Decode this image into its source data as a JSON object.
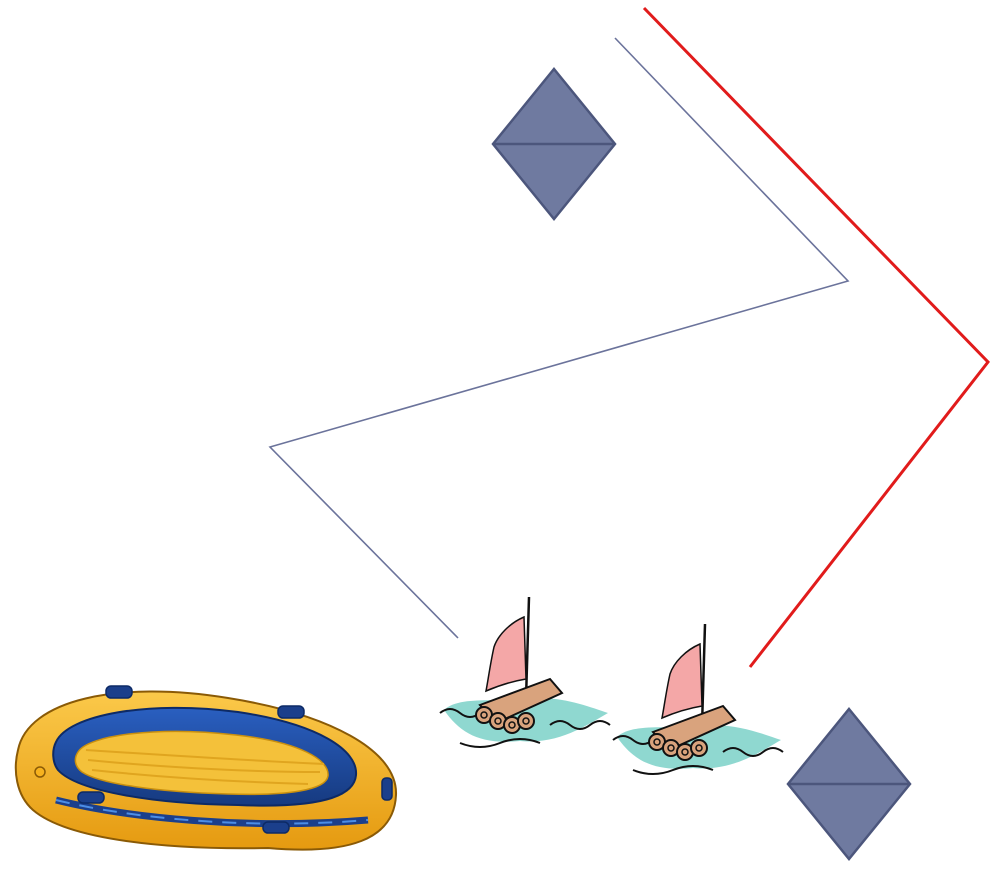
{
  "colors": {
    "background": "#ffffff",
    "buoy_fill": "#6f7aa0",
    "buoy_stroke": "#4c567c",
    "course_line": "#6b739b",
    "red_course_line": "#e11b1b",
    "sail": "#f4a7a7",
    "wave": "#8fd8d0",
    "log": "#d9a37d",
    "dinghy_yellow": "#f7b21e",
    "dinghy_blue": "#1b3f8b",
    "dinghy_inner": "#f4c13a"
  },
  "buoys": [
    {
      "name": "buoy-top",
      "icon": "diamond-buoy-icon"
    },
    {
      "name": "buoy-bottom-right",
      "icon": "diamond-buoy-icon"
    }
  ],
  "boats": [
    {
      "name": "raft-boat-left",
      "icon": "sailing-raft-icon"
    },
    {
      "name": "raft-boat-right",
      "icon": "sailing-raft-icon"
    }
  ],
  "dinghy": {
    "icon": "inflatable-dinghy-icon"
  },
  "paths": [
    {
      "name": "blue-course-line",
      "style": "thin blue zigzag"
    },
    {
      "name": "red-course-line",
      "style": "red chevron"
    }
  ]
}
